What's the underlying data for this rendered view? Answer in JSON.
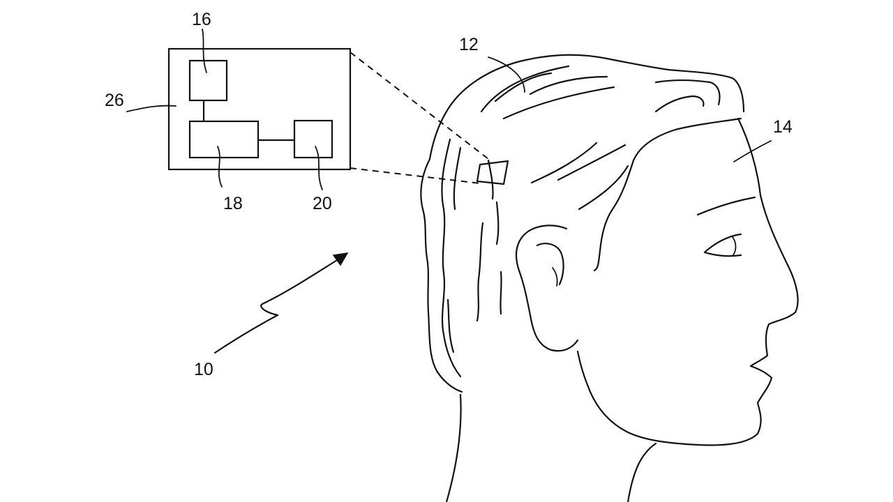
{
  "figure": {
    "reference_numerals": {
      "system": "10",
      "device": "12",
      "head": "14",
      "component_16": "16",
      "component_18": "18",
      "component_20": "20",
      "enlarged_view": "26"
    }
  }
}
